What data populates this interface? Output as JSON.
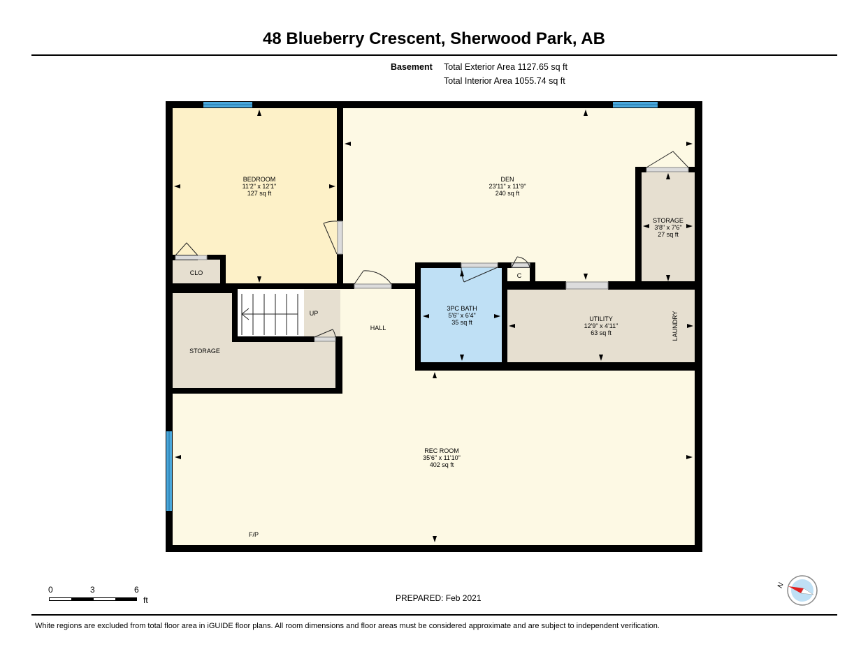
{
  "header": {
    "title": "48 Blueberry Crescent, Sherwood Park, AB",
    "level": "Basement",
    "exterior_area": "Total Exterior Area 1127.65 sq ft",
    "interior_area": "Total Interior Area 1055.74 sq ft"
  },
  "rooms": {
    "bedroom": {
      "name": "BEDROOM",
      "dims": "11'2\" x 12'1\"",
      "area": "127 sq ft"
    },
    "den": {
      "name": "DEN",
      "dims": "23'11\" x 11'9\"",
      "area": "240 sq ft"
    },
    "storage_small": {
      "name": "STORAGE",
      "dims": "3'8\" x 7'6\"",
      "area": "27 sq ft"
    },
    "clo": {
      "name": "CLO"
    },
    "c": {
      "name": "C"
    },
    "bath": {
      "name": "3PC BATH",
      "dims": "5'6\" x 6'4\"",
      "area": "35 sq ft"
    },
    "utility": {
      "name": "UTILITY",
      "dims": "12'9\" x 4'11\"",
      "area": "63 sq ft"
    },
    "laundry": {
      "name": "LAUNDRY"
    },
    "storage_left": {
      "name": "STORAGE"
    },
    "hall": {
      "name": "HALL"
    },
    "up": {
      "name": "UP"
    },
    "rec": {
      "name": "REC ROOM",
      "dims": "35'6\" x 11'10\"",
      "area": "402 sq ft"
    },
    "fp": {
      "name": "F/P"
    }
  },
  "colors": {
    "bedroom": "#fdf1c8",
    "den": "#fdf9e4",
    "storage": "#e6dfd0",
    "bath": "#bfe0f5",
    "hall": "#fdf9e4",
    "window": "#4aa8dc",
    "wall": "#000000"
  },
  "scale": {
    "labels": [
      "0",
      "3",
      "6"
    ],
    "unit": "ft"
  },
  "compass": {
    "north_label": "N"
  },
  "footer": {
    "prepared": "PREPARED: Feb 2021",
    "disclaimer": "White regions are excluded from total floor area in iGUIDE floor plans. All room dimensions and floor areas must be considered approximate and are subject to independent verification."
  }
}
